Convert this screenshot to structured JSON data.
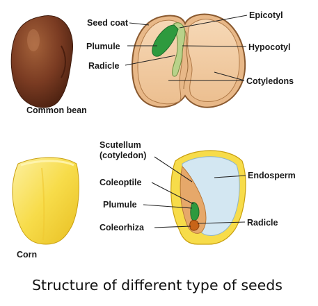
{
  "bean": {
    "whole_label": "Common bean",
    "labels": {
      "seed_coat": "Seed coat",
      "plumule": "Plumule",
      "radicle": "Radicle",
      "epicotyl": "Epicotyl",
      "hypocotyl": "Hypocotyl",
      "cotyledons": "Cotyledons"
    }
  },
  "corn": {
    "whole_label": "Corn",
    "labels": {
      "scutellum_line1": "Scutellum",
      "scutellum_line2": "(cotyledon)",
      "coleoptile": "Coleoptile",
      "plumule": "Plumule",
      "coleorhiza": "Coleorhiza",
      "endosperm": "Endosperm",
      "radicle": "Radicle"
    }
  },
  "caption": "Structure of different type of seeds",
  "colors": {
    "bean_coat": "#7a3b22",
    "cotyledon": "#f1c9a0",
    "plumule_green": "#2e9a3e",
    "corn_yellow": "#f7dc4a",
    "endosperm_blue": "#d3e7f2",
    "scutellum_tan": "#e6a86a"
  }
}
